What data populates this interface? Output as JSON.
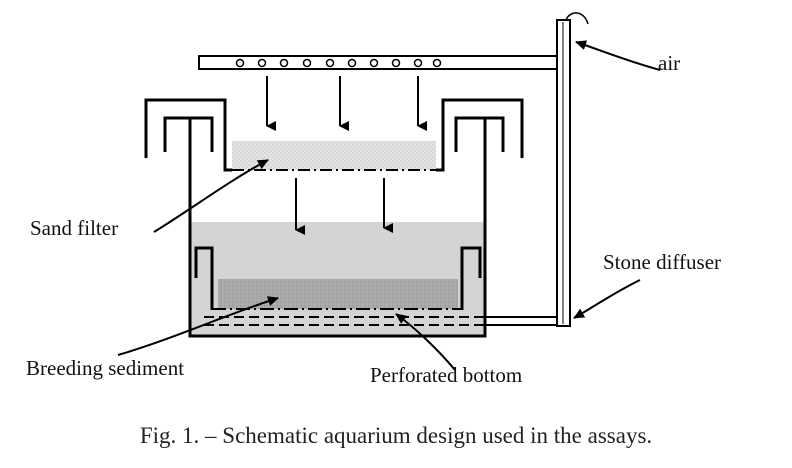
{
  "labels": {
    "air": "air",
    "sand_filter": "Sand filter",
    "stone_diffuser": "Stone diffuser",
    "breeding_sediment": "Breeding sediment",
    "perforated_bottom": "Perforated bottom"
  },
  "caption": "Fig. 1. – Schematic aquarium design used in the assays.",
  "colors": {
    "line": "#000000",
    "water": "#d4d4d4",
    "sand": "#e6e6e6",
    "sediment": "#a8a8a8"
  },
  "icons": {
    "flow": "down-arrow-icon",
    "spray_holes": "hole-icon"
  }
}
